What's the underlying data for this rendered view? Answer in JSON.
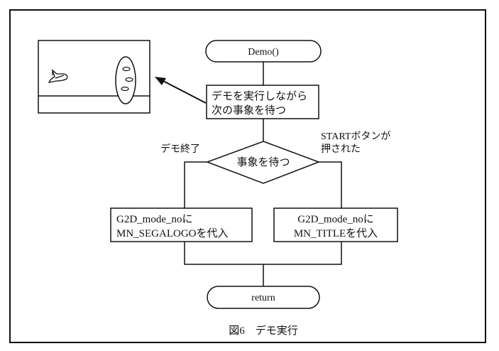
{
  "diagram": {
    "start_terminal": "Demo()",
    "process_demo": [
      "デモを実行しながら",
      "次の事象を待つ"
    ],
    "decision": "事象を待つ",
    "branch_left_label": "デモ終了",
    "branch_right_label": [
      "STARTボタンが",
      "押された"
    ],
    "process_left": [
      "G2D_mode_noに",
      "MN_SEGALOGOを代入"
    ],
    "process_right": [
      "G2D_mode_noに",
      "MN_TITLEを代入"
    ],
    "end_terminal": "return",
    "caption": "図6　デモ実行"
  }
}
